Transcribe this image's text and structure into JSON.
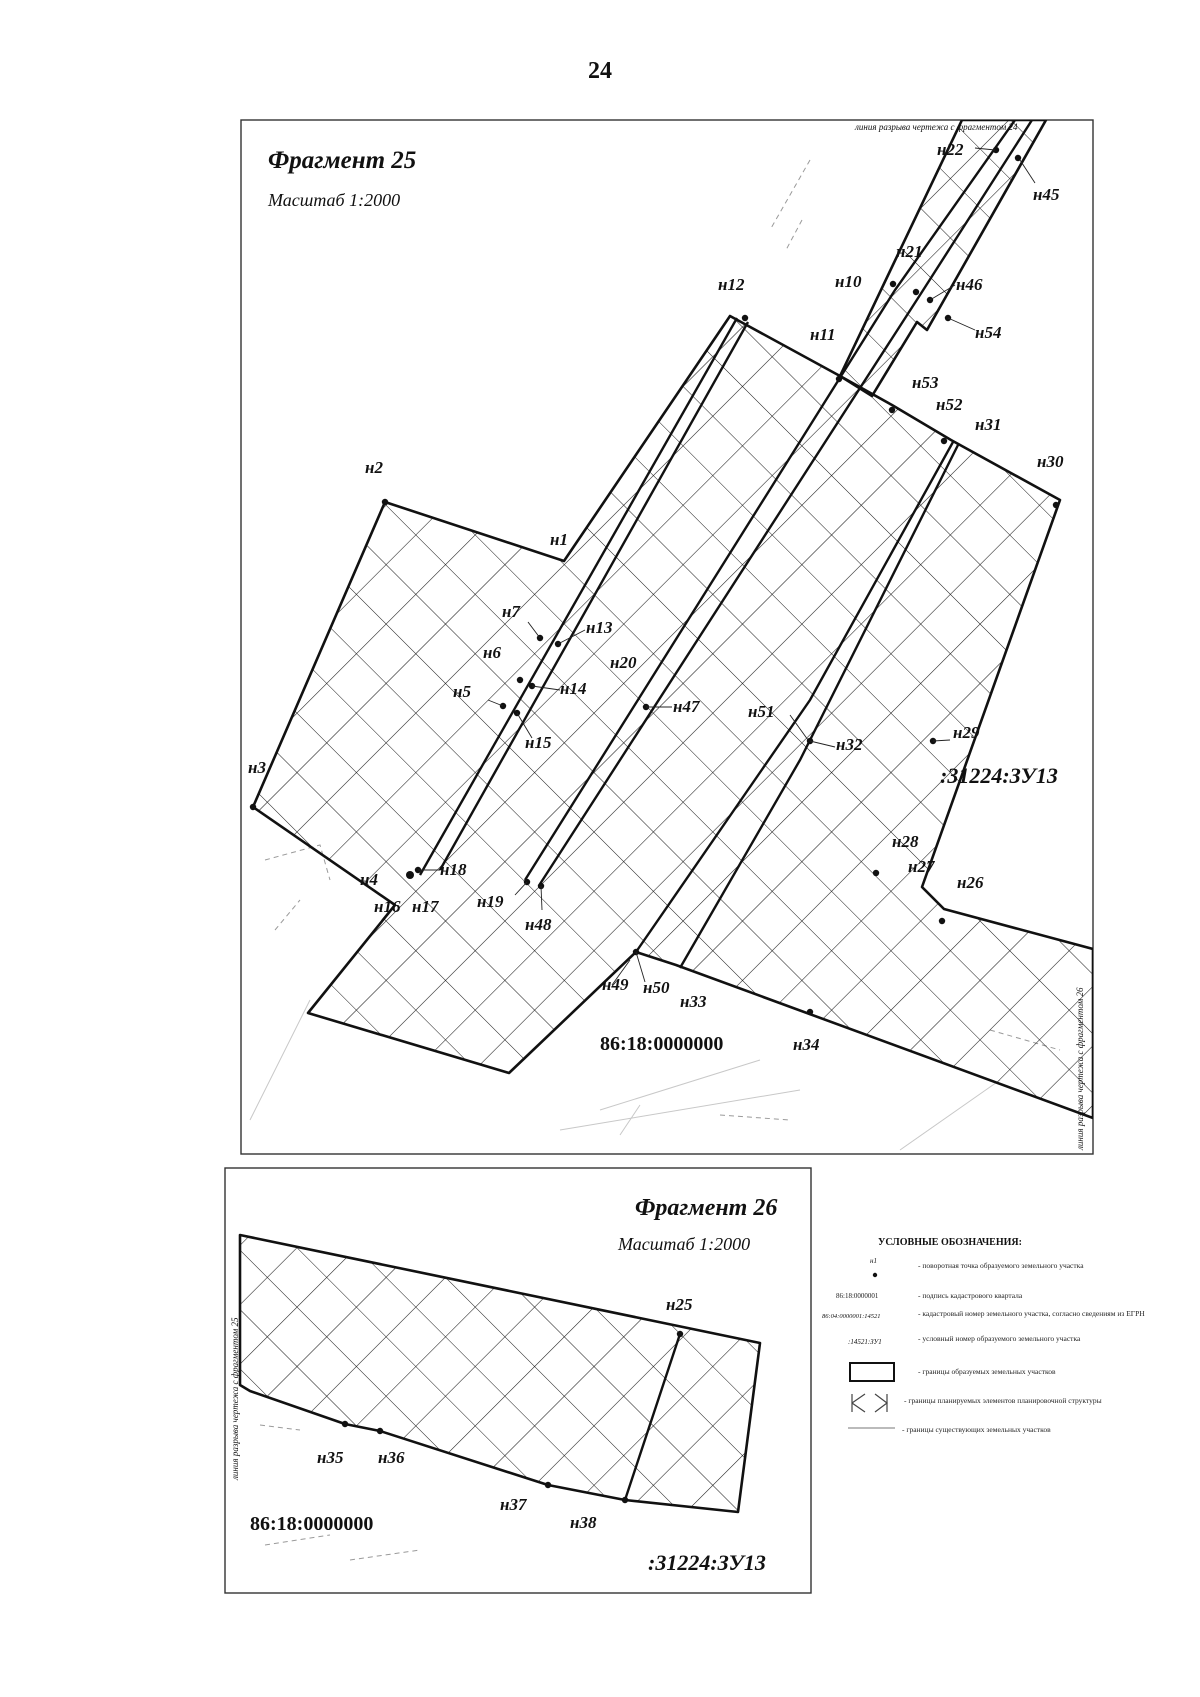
{
  "page_number": "24",
  "fragment25": {
    "title": "Фрагмент 25",
    "scale": "Масштаб 1:2000",
    "break_line_top": "линия разрыва чертежа с фрагментом 24",
    "break_line_right": "линия разрыва чертежа с фрагментом 26",
    "quarter_label": "86:18:0000000",
    "parcel_label": ":31224:ЗУ13",
    "points": [
      "н1",
      "н2",
      "н3",
      "н4",
      "н5",
      "н6",
      "н7",
      "н10",
      "н11",
      "н12",
      "н13",
      "н14",
      "н15",
      "н16",
      "н17",
      "н18",
      "н19",
      "н20",
      "н21",
      "н22",
      "н26",
      "н27",
      "н28",
      "н29",
      "н30",
      "н31",
      "н32",
      "н33",
      "н34",
      "н45",
      "н46",
      "н47",
      "н48",
      "н49",
      "н50",
      "н51",
      "н52",
      "н53",
      "н54"
    ]
  },
  "fragment26": {
    "title": "Фрагмент 26",
    "scale": "Масштаб 1:2000",
    "break_line_left": "линия разрыва чертежа с фрагментом 25",
    "quarter_label": "86:18:0000000",
    "parcel_label": ":31224:ЗУ13",
    "points": [
      "н25",
      "н35",
      "н36",
      "н37",
      "н38"
    ]
  },
  "legend": {
    "title": "УСЛОВНЫЕ ОБОЗНАЧЕНИЯ:",
    "items": [
      {
        "symbol": "н1",
        "text": "- поворотная точка образуемого земельного участка"
      },
      {
        "symbol": "86:18:0000001",
        "text": "- подпись кадастрового квартала"
      },
      {
        "symbol": "86:04:0000001:14521",
        "text": "- кадастровый номер земельного участка, согласно сведениям из ЕГРН"
      },
      {
        "symbol": ":14521:ЗУ1",
        "text": "- условный номер образуемого земельного участка"
      },
      {
        "symbol": "",
        "text": "- границы образуемых земельных участков"
      },
      {
        "symbol": "",
        "text": "- границы планируемых элементов планировочной структуры"
      },
      {
        "symbol": "",
        "text": "- границы существующих земельных участков"
      }
    ]
  }
}
